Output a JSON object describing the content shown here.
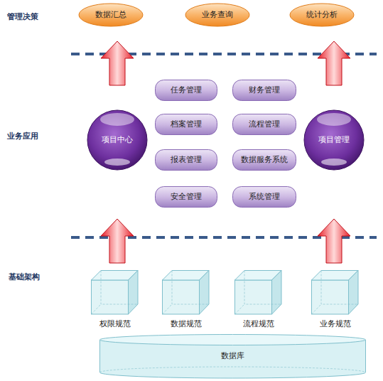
{
  "diagram": {
    "nodes": [
      {
        "text": [
          "数据汇总"
        ]
      },
      {
        "text": [
          "业务查询"
        ]
      },
      {
        "text": [
          "统计分析"
        ]
      },
      {
        "text": [
          "项目中心"
        ]
      },
      {
        "text": [
          "任务管理"
        ]
      },
      {
        "text": [
          "财务管理"
        ]
      },
      {
        "text": [
          "档案管理"
        ]
      },
      {
        "text": [
          "流程管理"
        ]
      },
      {
        "text": [
          "报表管理"
        ]
      },
      {
        "text": [
          "数据服务系统"
        ]
      },
      {
        "text": [
          "安全管理"
        ]
      },
      {
        "text": [
          "系统管理"
        ]
      },
      {
        "text": [
          "项目管理"
        ]
      },
      {
        "text": [
          "权限规范"
        ]
      },
      {
        "text": [
          "数据规范"
        ]
      },
      {
        "text": [
          "流程规范"
        ]
      },
      {
        "text": [
          "业务规范"
        ]
      },
      {
        "text": [
          "数据库"
        ]
      }
    ],
    "labels": [
      "管理决策",
      "业务应用",
      "基础架构"
    ]
  }
}
